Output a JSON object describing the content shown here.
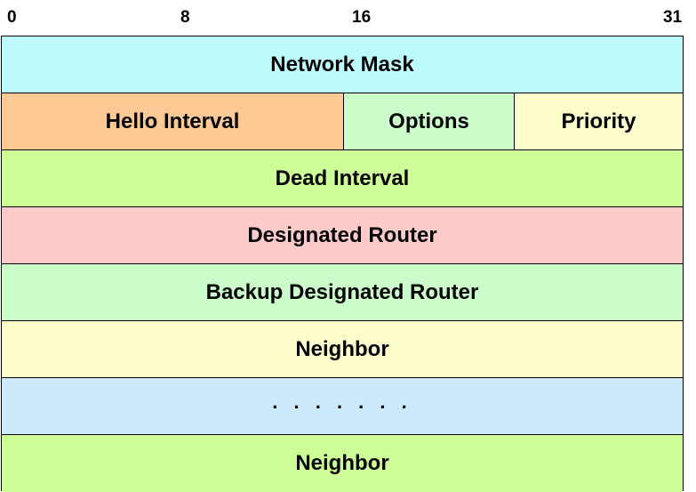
{
  "bit_labels": [
    "0",
    "8",
    "16",
    "31"
  ],
  "rows": [
    {
      "cells": [
        {
          "label": "Network Mask",
          "color": "#bdfcfc"
        }
      ]
    },
    {
      "cells": [
        {
          "label": "Hello Interval",
          "color": "#fec994"
        },
        {
          "label": "Options",
          "color": "#cbfdcb"
        },
        {
          "label": "Priority",
          "color": "#fefecc"
        }
      ]
    },
    {
      "cells": [
        {
          "label": "Dead Interval",
          "color": "#cdfe98"
        }
      ]
    },
    {
      "cells": [
        {
          "label": "Designated Router",
          "color": "#fecbcb"
        }
      ]
    },
    {
      "cells": [
        {
          "label": "Backup Designated Router",
          "color": "#cbfdcb"
        }
      ]
    },
    {
      "cells": [
        {
          "label": "Neighbor",
          "color": "#fefecc"
        }
      ]
    },
    {
      "cells": [
        {
          "label": ". . . . . . .",
          "color": "#cce8fb"
        }
      ]
    },
    {
      "cells": [
        {
          "label": "Neighbor",
          "color": "#cdfe98"
        }
      ]
    }
  ]
}
